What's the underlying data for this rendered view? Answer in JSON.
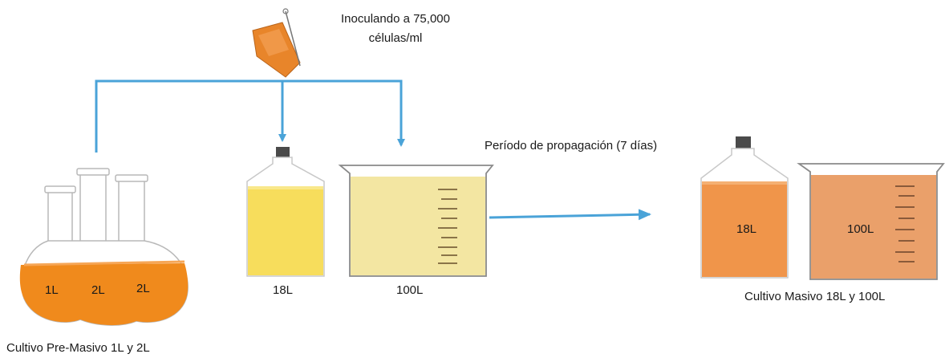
{
  "inoculation": {
    "line1": "Inoculando a 75,000",
    "line2": "células/ml"
  },
  "pre_mass": {
    "flask_labels": [
      "1L",
      "2L",
      "2L"
    ],
    "caption": "Cultivo Pre-Masivo 1L y 2L"
  },
  "intermediate": {
    "bottle_label": "18L",
    "beaker_label": "100L"
  },
  "propagation": {
    "label": "Período de propagación (7 días)"
  },
  "mass": {
    "bottle_label": "18L",
    "beaker_label": "100L",
    "caption": "Cultivo Masivo 18L y 100L"
  },
  "colors": {
    "arrow": "#4aa3d8",
    "orange_culture": "#f08a1c",
    "yellow_culture": "#f7dd5c",
    "pale_culture": "#f3e6a2",
    "mass_bottle": "#f0954a",
    "mass_beaker": "#eaa06a"
  }
}
